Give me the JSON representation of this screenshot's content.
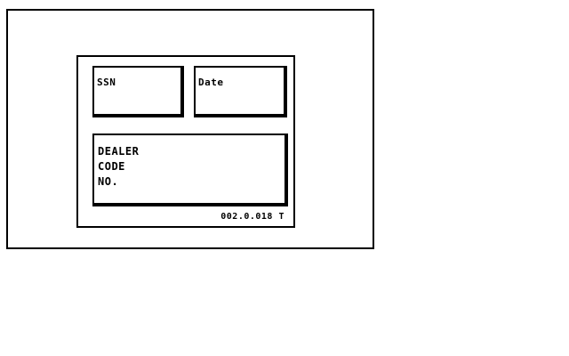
{
  "form": {
    "ssn_label": "SSN",
    "date_label": "Date",
    "dealer_label_lines": [
      "DEALER",
      "CODE",
      "NO."
    ],
    "form_code": "002.0.018 T"
  }
}
